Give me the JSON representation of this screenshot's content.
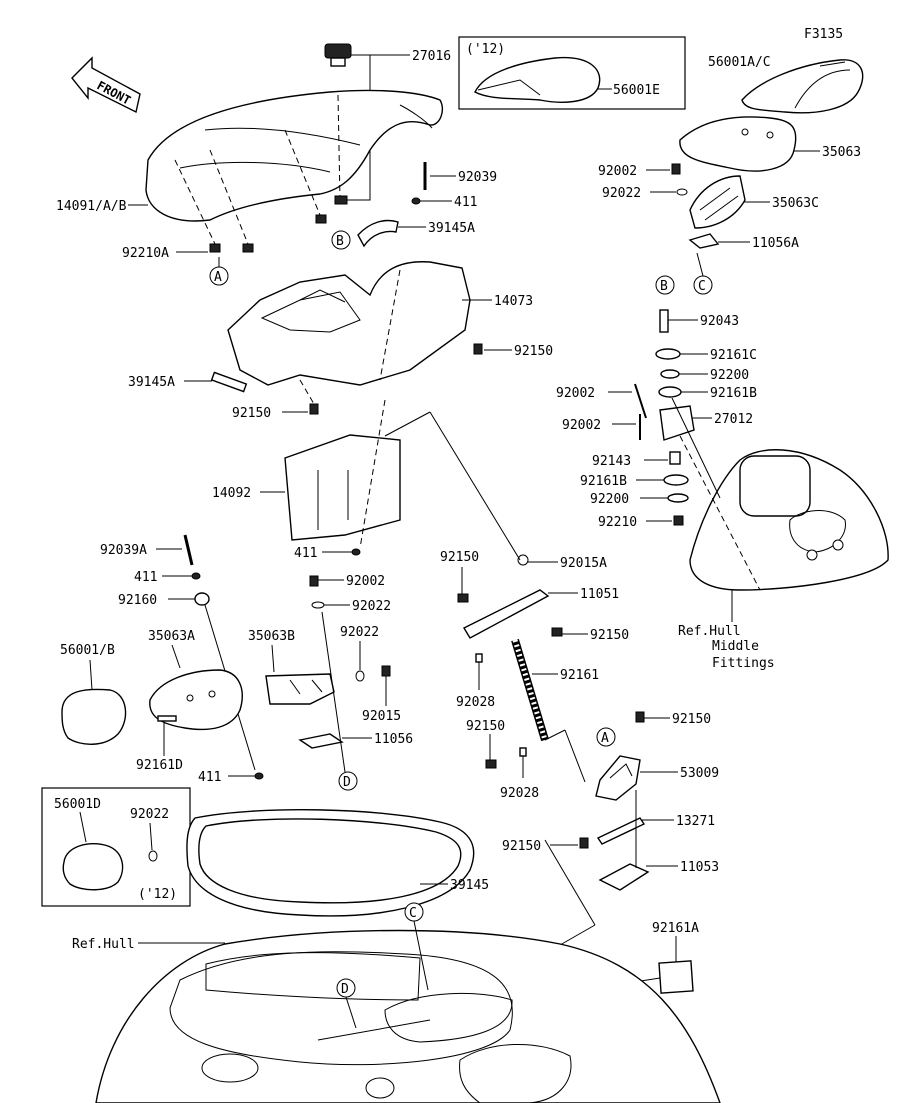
{
  "figure_code": "F3135",
  "front_label": "FRONT",
  "inset_top": {
    "year": "('12)",
    "part": "56001E"
  },
  "inset_bottom": {
    "year": "('12)",
    "parts": [
      "56001D",
      "92022"
    ]
  },
  "callouts": {
    "A": "A",
    "B": "B",
    "C": "C",
    "D": "D"
  },
  "labels": {
    "p27016": "27016",
    "p56001AC": "56001A/C",
    "p35063": "35063",
    "p92002_a": "92002",
    "p92022_a": "92022",
    "p35063C": "35063C",
    "p11056A": "11056A",
    "p14091": "14091/A/B",
    "p92039": "92039",
    "p411_a": "411",
    "p39145A_a": "39145A",
    "p92210A": "92210A",
    "p14073": "14073",
    "p92150_a": "92150",
    "p39145A_b": "39145A",
    "p92150_b": "92150",
    "p92043": "92043",
    "p92161C": "92161C",
    "p92200_a": "92200",
    "p92002_b": "92002",
    "p92161B_a": "92161B",
    "p27012": "27012",
    "p92002_c": "92002",
    "p92143": "92143",
    "p92161B_b": "92161B",
    "p92200_b": "92200",
    "p92210": "92210",
    "p14092": "14092",
    "p411_b": "411",
    "p92039A": "92039A",
    "p411_c": "411",
    "p92160": "92160",
    "p92002_d": "92002",
    "p92022_b": "92022",
    "p35063A": "35063A",
    "p35063B": "35063B",
    "p92022_c": "92022",
    "p56001B": "56001/B",
    "p92015": "92015",
    "p11056": "11056",
    "p92161D": "92161D",
    "p411_d": "411",
    "p92150_c": "92150",
    "p92015A": "92015A",
    "p11051": "11051",
    "p92150_d": "92150",
    "p92028_a": "92028",
    "p92161": "92161",
    "p92150_e": "92150",
    "p92028_b": "92028",
    "p92150_f": "92150",
    "p53009": "53009",
    "p13271": "13271",
    "p92150_g": "92150",
    "p11053": "11053",
    "p39145": "39145",
    "p92161A": "92161A",
    "ref_hull": "Ref.Hull",
    "ref_hull_mid_1": "Ref.Hull",
    "ref_hull_mid_2": "Middle",
    "ref_hull_mid_3": "Fittings"
  }
}
